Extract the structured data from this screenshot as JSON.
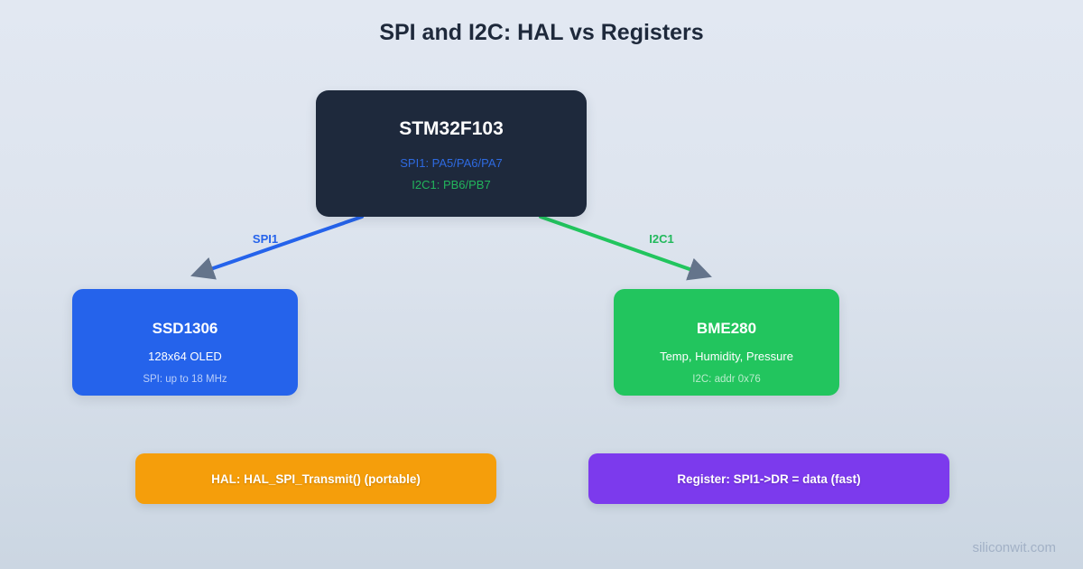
{
  "title": "SPI and I2C: HAL vs Registers",
  "mcu": {
    "name": "STM32F103",
    "spi_pins": "SPI1: PA5/PA6/PA7",
    "i2c_pins": "I2C1: PB6/PB7"
  },
  "connections": {
    "spi": {
      "label": "SPI1"
    },
    "i2c": {
      "label": "I2C1"
    }
  },
  "peripherals": {
    "ssd1306": {
      "name": "SSD1306",
      "description": "128x64 OLED",
      "detail": "SPI: up to 18 MHz"
    },
    "bme280": {
      "name": "BME280",
      "description": "Temp, Humidity, Pressure",
      "detail": "I2C: addr 0x76"
    }
  },
  "badges": {
    "hal": "HAL: HAL_SPI_Transmit() (portable)",
    "register": "Register: SPI1->DR = data (fast)"
  },
  "watermark": "siliconwit.com",
  "colors": {
    "background_top": "#e2e8f2",
    "background_bottom": "#cbd6e2",
    "title_text": "#1e293b",
    "mcu_bg": "#1e293c",
    "spi_blue": "#2563eb",
    "i2c_green": "#22c55e",
    "hal_orange": "#f59e0b",
    "register_purple": "#7c3aed",
    "arrowhead_gray": "#64748b",
    "watermark_text": "#a2b1c6"
  }
}
